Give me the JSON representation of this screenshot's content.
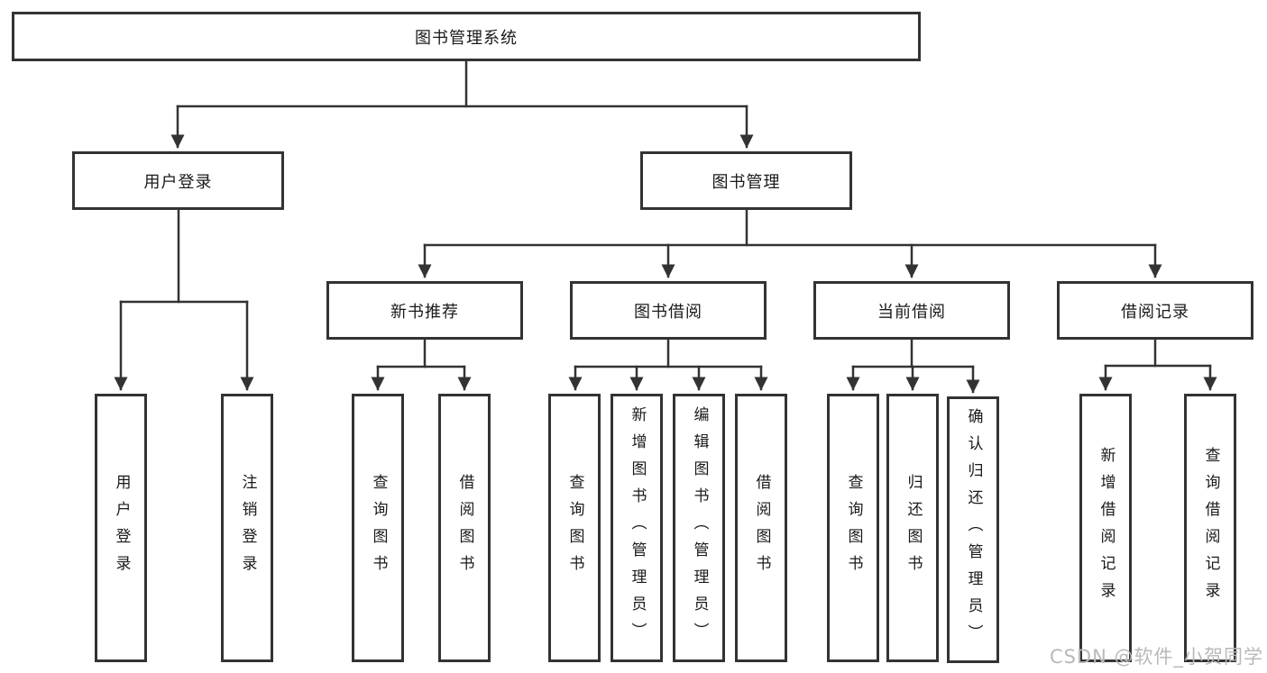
{
  "diagram": {
    "root": {
      "label": "图书管理系统"
    },
    "level2": [
      {
        "label": "用户登录"
      },
      {
        "label": "图书管理"
      }
    ],
    "level3": [
      {
        "label": "新书推荐"
      },
      {
        "label": "图书借阅"
      },
      {
        "label": "当前借阅"
      },
      {
        "label": "借阅记录"
      }
    ],
    "level4": {
      "user_login": [
        {
          "label": "用户登录"
        },
        {
          "label": "注销登录"
        }
      ],
      "new_book": [
        {
          "label": "查询图书"
        },
        {
          "label": "借阅图书"
        }
      ],
      "book_borrow": [
        {
          "label": "查询图书"
        },
        {
          "label": "新增图书（管理员）"
        },
        {
          "label": "编辑图书（管理员）"
        },
        {
          "label": "借阅图书"
        }
      ],
      "current_borrow": [
        {
          "label": "查询图书"
        },
        {
          "label": "归还图书"
        },
        {
          "label": "确认归还（管理员）"
        }
      ],
      "borrow_record": [
        {
          "label": "新增借阅记录"
        },
        {
          "label": "查询借阅记录"
        }
      ]
    },
    "watermark": "CSDN @软件_小贺同学",
    "colors": {
      "line": "#333333",
      "border": "#333333",
      "text": "#1a1a1a",
      "watermark": "#b9b9b9",
      "background": "#ffffff"
    }
  }
}
